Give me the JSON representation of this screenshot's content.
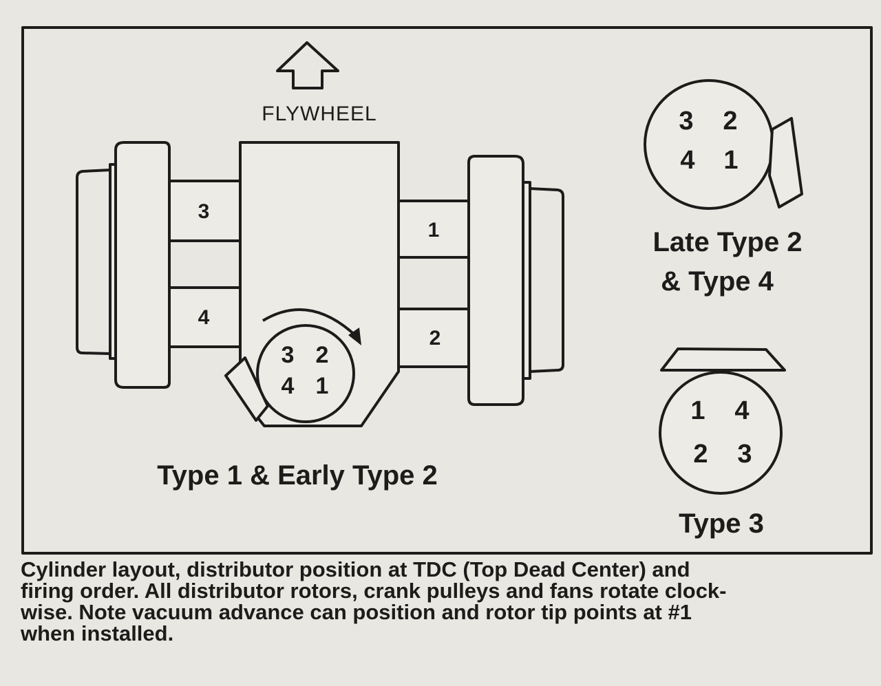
{
  "flywheel_label": "FLYWHEEL",
  "engine": {
    "cylinders": {
      "left_top": "3",
      "left_bottom": "4",
      "right_top": "1",
      "right_bottom": "2"
    },
    "distributor": {
      "tl": "3",
      "tr": "2",
      "bl": "4",
      "br": "1"
    },
    "title": "Type 1 & Early Type 2"
  },
  "late_type2": {
    "cap": {
      "tl": "3",
      "tr": "2",
      "bl": "4",
      "br": "1"
    },
    "title_line1": "Late Type 2",
    "title_line2": "& Type 4"
  },
  "type3": {
    "cap": {
      "tl": "1",
      "tr": "4",
      "bl": "2",
      "br": "3"
    },
    "title": "Type 3"
  },
  "caption": [
    "Cylinder layout, distributor position at TDC (Top Dead Center) and",
    "firing order. All distributor rotors, crank pulleys and fans rotate clock-",
    "wise. Note vacuum advance can position and rotor tip points at #1",
    "when installed."
  ]
}
